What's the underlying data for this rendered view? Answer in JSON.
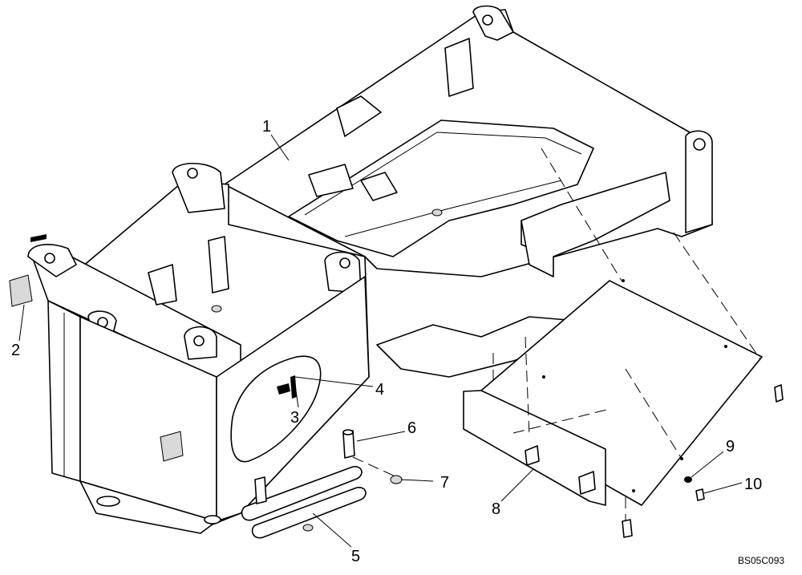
{
  "callouts": {
    "c1": "1",
    "c2": "2",
    "c3": "3",
    "c4": "4",
    "c5": "5",
    "c6": "6",
    "c7": "7",
    "c8": "8",
    "c9": "9",
    "c10": "10"
  },
  "reference_code": "BS05C093"
}
